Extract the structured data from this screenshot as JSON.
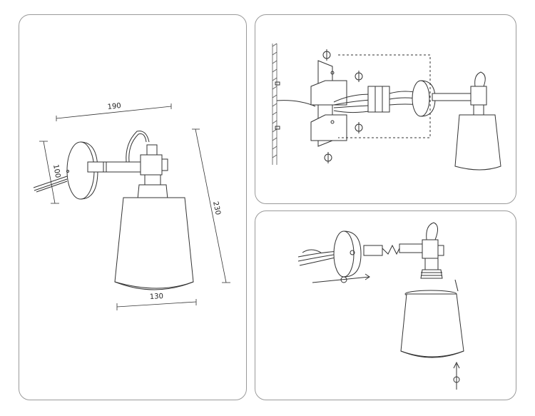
{
  "dimensions": {
    "width_label": "190",
    "backplate_label": "100",
    "height_label": "230",
    "shade_label": "130"
  },
  "colors": {
    "stroke": "#333333",
    "panel_border": "#9a9a9a",
    "wall_hatch": "#555555"
  },
  "icons": {
    "screw_symbol": "phi-screw-icon",
    "direction_arrow": "arrow-icon"
  }
}
